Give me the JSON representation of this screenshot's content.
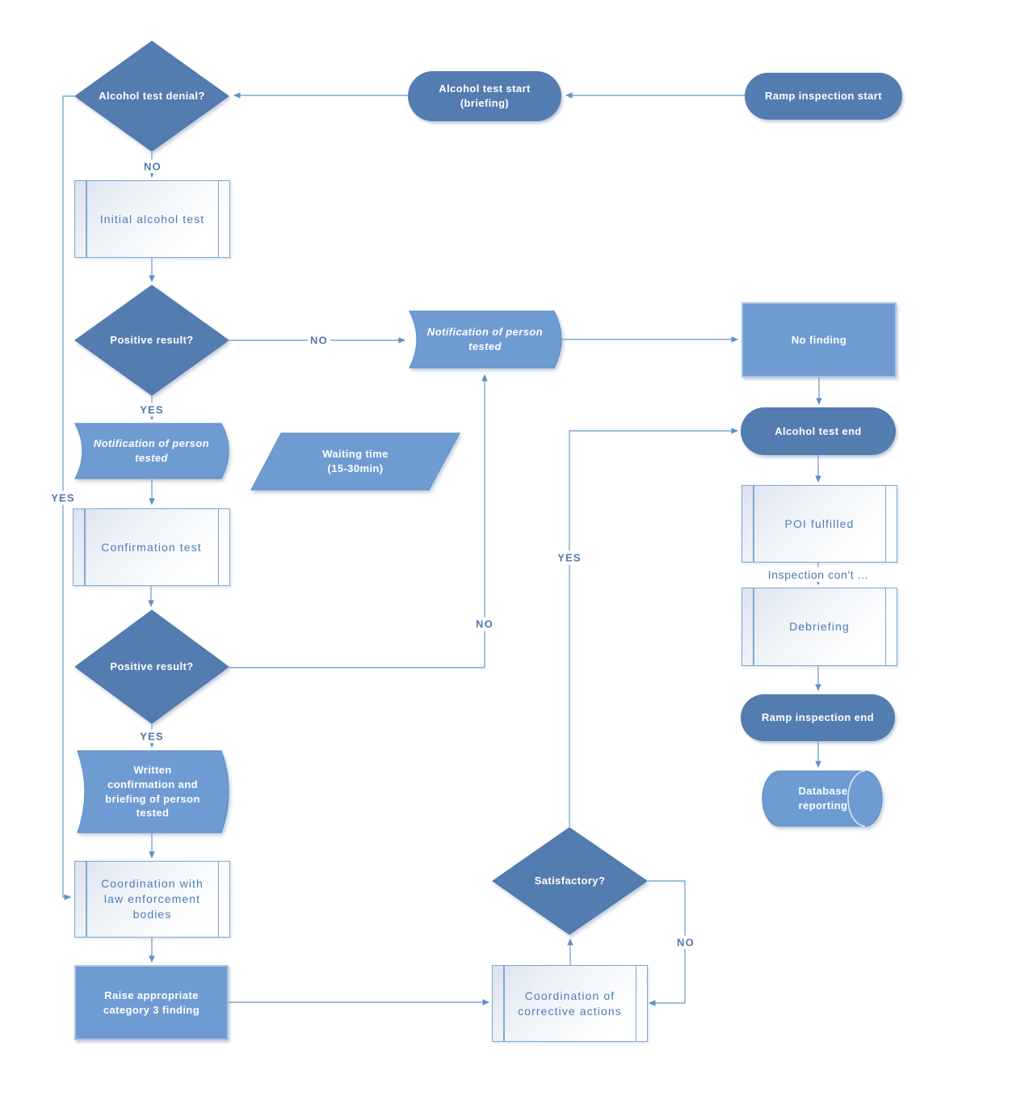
{
  "diagram": {
    "nodes": {
      "ramp_inspection_start": "Ramp inspection start",
      "alcohol_test_start": "Alcohol test start\n(briefing)",
      "alcohol_test_denial": "Alcohol test denial?",
      "initial_alcohol_test": "Initial alcohol test",
      "positive_result_1": "Positive result?",
      "notification_middle": "Notification of person\ntested",
      "no_finding": "No finding",
      "alcohol_test_end": "Alcohol test end",
      "notification_left": "Notification of person\ntested",
      "waiting_time": "Waiting time\n(15-30min)",
      "confirmation_test": "Confirmation test",
      "poi_fulfilled": "POI fulfilled",
      "debriefing": "Debriefing",
      "positive_result_2": "Positive result?",
      "ramp_inspection_end": "Ramp inspection end",
      "written_confirmation": "Written\nconfirmation and\nbriefing of person\ntested",
      "database_reporting": "Database\nreporting",
      "satisfactory": "Satisfactory?",
      "coordination_law": "Coordination with\nlaw enforcement\nbodies",
      "raise_category3": "Raise appropriate\ncategory 3 finding",
      "coordination_corrective": "Coordination of\ncorrective actions"
    },
    "edge_labels": {
      "denial_no": "NO",
      "denial_yes": "YES",
      "positive1_no": "NO",
      "positive1_yes": "YES",
      "positive2_no": "NO",
      "positive2_yes": "YES",
      "satisfactory_no": "NO",
      "satisfactory_yes": "YES",
      "inspection_cont": "Inspection con't ..."
    },
    "colors": {
      "terminator_fill": "#537cb0",
      "decision_fill": "#537cb0",
      "filled_shape_fill": "#6f9bd3",
      "light_box_border": "#7fa6d2",
      "light_box_text": "#4a7cb8",
      "connector": "#7fa5d6",
      "edge_label_text": "#4e79ae"
    }
  }
}
